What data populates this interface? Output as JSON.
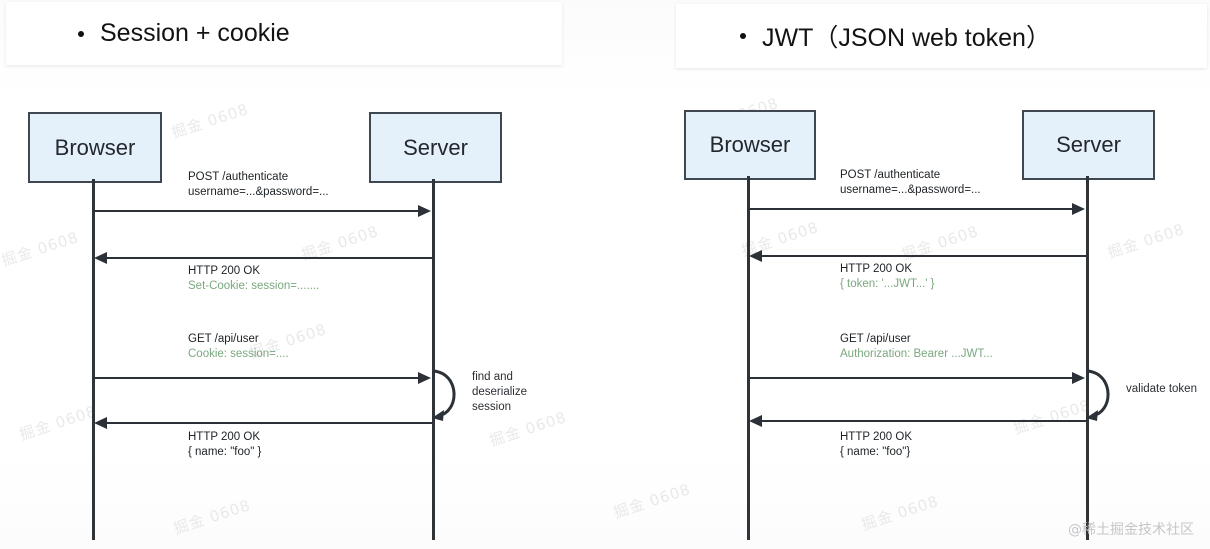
{
  "page": {
    "watermark_text": "掘金 0608",
    "credit": "@稀土掘金技术社区",
    "colors": {
      "actor_fill": "#e4f0fa",
      "actor_border": "#3f4750",
      "line": "#2b3136",
      "green_text": "#7aa87f",
      "title_text": "#131313"
    }
  },
  "panels": [
    {
      "id": "session-cookie",
      "title": "Session + cookie",
      "actors": [
        {
          "id": "browser",
          "label": "Browser"
        },
        {
          "id": "server",
          "label": "Server"
        }
      ],
      "messages": [
        {
          "id": "m1",
          "direction": "right",
          "lines": [
            {
              "text": "POST /authenticate",
              "style": "plain"
            },
            {
              "text": "username=...&password=...",
              "style": "plain"
            }
          ]
        },
        {
          "id": "m2",
          "direction": "left",
          "lines": [
            {
              "text": "HTTP 200 OK",
              "style": "plain"
            },
            {
              "text": "Set-Cookie: session=.......",
              "style": "green"
            }
          ]
        },
        {
          "id": "m3",
          "direction": "right",
          "lines": [
            {
              "text": "GET /api/user",
              "style": "plain"
            },
            {
              "text": "Cookie: session=....",
              "style": "green"
            }
          ]
        },
        {
          "id": "m4",
          "direction": "left",
          "lines": [
            {
              "text": "HTTP 200 OK",
              "style": "plain"
            },
            {
              "text": "{ name: \"foo\" }",
              "style": "plain"
            }
          ]
        }
      ],
      "self_call": {
        "id": "sc1",
        "note": "find and\ndeserialize\nsession"
      }
    },
    {
      "id": "jwt",
      "title": "JWT（JSON web token）",
      "actors": [
        {
          "id": "browser",
          "label": "Browser"
        },
        {
          "id": "server",
          "label": "Server"
        }
      ],
      "messages": [
        {
          "id": "m1",
          "direction": "right",
          "lines": [
            {
              "text": "POST /authenticate",
              "style": "plain"
            },
            {
              "text": "username=...&password=...",
              "style": "plain"
            }
          ]
        },
        {
          "id": "m2",
          "direction": "left",
          "lines": [
            {
              "text": "HTTP 200 OK",
              "style": "plain"
            },
            {
              "text": "{ token: '...JWT...' }",
              "style": "green"
            }
          ]
        },
        {
          "id": "m3",
          "direction": "right",
          "lines": [
            {
              "text": "GET /api/user",
              "style": "plain"
            },
            {
              "text": "Authorization: Bearer ...JWT...",
              "style": "green"
            }
          ]
        },
        {
          "id": "m4",
          "direction": "left",
          "lines": [
            {
              "text": "HTTP 200 OK",
              "style": "plain"
            },
            {
              "text": "{ name: \"foo\"}",
              "style": "plain"
            }
          ]
        }
      ],
      "self_call": {
        "id": "sc2",
        "note": "validate token"
      }
    }
  ]
}
